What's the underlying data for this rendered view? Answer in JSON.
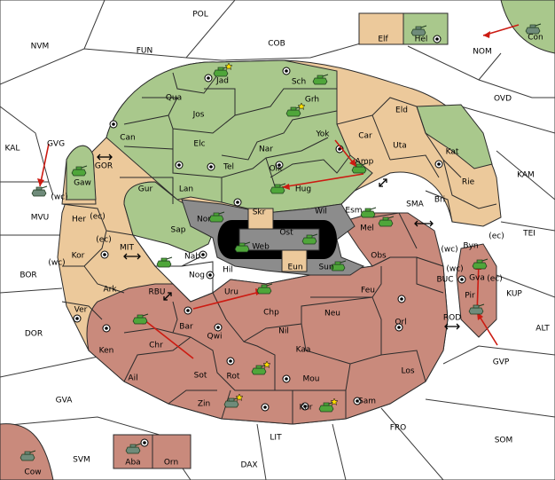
{
  "colors": {
    "sea": "#ffffff",
    "neutral": "#ecc99b",
    "green": "#a9c88c",
    "red": "#c98a7c",
    "impassable": "#8c8c8c",
    "hole": "#000000",
    "order_arrow": "#cc1b12",
    "army_green": "#4fa63a",
    "army_gray": "#6f8b7a"
  },
  "sea_labels": [
    "POL",
    "NVM",
    "FUN",
    "COB",
    "NOM",
    "OVD",
    "KAL",
    "GVG",
    "KAM",
    "TEI",
    "MVU",
    "BOR",
    "DOR",
    "ALT",
    "KUP",
    "GVP",
    "GVA",
    "FRO",
    "SOM",
    "LIT",
    "SVM",
    "DAX",
    "SMA",
    "MIT",
    "GOR",
    "RBU",
    "BUC",
    "ROD"
  ],
  "land_labels": [
    "Elf",
    "Hel",
    "Con",
    "Jad",
    "Sch",
    "Qua",
    "Jos",
    "Grh",
    "Eld",
    "Can",
    "Elc",
    "Nar",
    "Yok",
    "Car",
    "Uta",
    "Kat",
    "Tel",
    "Olk",
    "Amp",
    "Gur",
    "Lan",
    "Hug",
    "Rie",
    "Gaw",
    "Wil",
    "Esm",
    "Bri",
    "Nor",
    "Skr",
    "Ost",
    "Her",
    "Sap",
    "Web",
    "Mel",
    "Byn",
    "Kor",
    "Nab",
    "Hil",
    "Eun",
    "Sun",
    "Obs",
    "Ark",
    "Nog",
    "Gva",
    "Uru",
    "Feu",
    "Pir",
    "Ver",
    "Bar",
    "Chp",
    "Neu",
    "Orl",
    "Qwi",
    "Nil",
    "Ken",
    "Chr",
    "Kaa",
    "Los",
    "Rot",
    "Ail",
    "Sot",
    "Mou",
    "Sam",
    "Zin",
    "Kar",
    "Aba",
    "Orn",
    "Cow"
  ],
  "coast_labels": [
    "(wc)",
    "(ec)",
    "(ec)",
    "(wc)",
    "(wc)",
    "(ec)",
    "(wc)",
    "(ec)"
  ],
  "units": [
    "army-jad",
    "army-sch",
    "army-grh",
    "army-hel",
    "army-con",
    "army-amp",
    "army-hug",
    "army-gaw",
    "army-mvu",
    "army-nor",
    "army-ost",
    "army-web",
    "army-mel",
    "army-esm",
    "army-nab",
    "army-sun",
    "army-uru",
    "army-gva",
    "army-pir",
    "army-chr",
    "army-rot",
    "army-zin",
    "army-kar",
    "army-aba",
    "army-cow"
  ]
}
